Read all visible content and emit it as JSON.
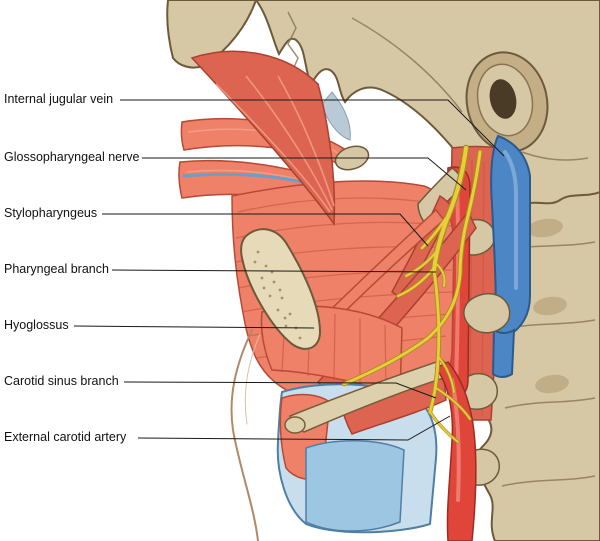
{
  "figure": {
    "type": "anatomical-illustration",
    "subject": "Lateral deep dissection of the neck showing the glossopharyngeal nerve and related vessels and muscles"
  },
  "labels": [
    {
      "text": "Internal jugular vein"
    },
    {
      "text": "Glossopharyngeal nerve"
    },
    {
      "text": "Stylopharyngeus"
    },
    {
      "text": "Pharyngeal branch"
    },
    {
      "text": "Hyoglossus"
    },
    {
      "text": "Carotid sinus branch"
    },
    {
      "text": "External carotid artery"
    }
  ],
  "colors": {
    "bone": "#d6c7a5",
    "bone_outline": "#6e5a3a",
    "muscle": "#ee8168",
    "muscle_dark": "#dd6450",
    "muscle_light": "#f4a38c",
    "vein": "#4d86c4",
    "vein_dark": "#2d5a8c",
    "artery": "#e0453a",
    "artery_highlight": "#f0857a",
    "nerve": "#e9cd3d",
    "nerve_outline": "#a78f1e",
    "cartilage": "#c8deed",
    "cartilage_dark": "#4f7fa5",
    "label_text": "#111111",
    "leader_line": "#1a1a1a"
  }
}
